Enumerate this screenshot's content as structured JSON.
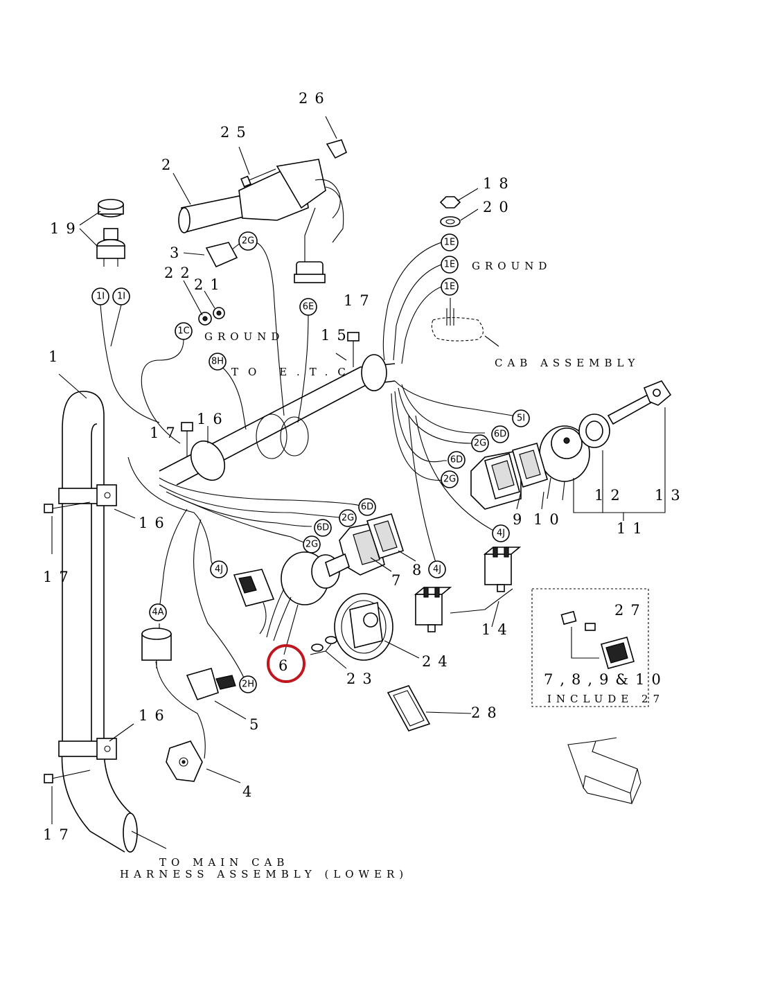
{
  "diagram": {
    "callouts": {
      "c1": "1",
      "c2": "2",
      "c3": "3",
      "c4": "4",
      "c5": "5",
      "c6": "6",
      "c7": "7",
      "c8": "8",
      "c9": "9",
      "c10": "10",
      "c11": "11",
      "c12": "12",
      "c13": "13",
      "c14": "14",
      "c15": "15",
      "c16a": "16",
      "c16b": "16",
      "c16c": "16",
      "c17a": "17",
      "c17b": "17",
      "c17c": "17",
      "c17d": "17",
      "c18": "18",
      "c19": "19",
      "c20": "20",
      "c21": "21",
      "c22": "22",
      "c23": "23",
      "c24": "24",
      "c25": "25",
      "c26": "26",
      "c27": "27",
      "c28": "28",
      "c_inc": "7,8,9&10"
    },
    "notes": {
      "ground_right": "GROUND",
      "ground_left": "GROUND",
      "to_etc": "TO E.T.C",
      "cab_assembly": "CAB ASSEMBLY",
      "include_27": "INCLUDE 27",
      "to_main_cab": "TO MAIN CAB",
      "harness_lower": "HARNESS ASSEMBLY (LOWER)"
    },
    "connectors": {
      "k_1i_a": "1I",
      "k_1i_b": "1I",
      "k_1c": "1C",
      "k_8h": "8H",
      "k_2g_top": "2G",
      "k_6e": "6E",
      "k_1e_a": "1E",
      "k_1e_b": "1E",
      "k_1e_c": "1E",
      "k_5i": "5I",
      "k_6d_a": "6D",
      "k_2g_a": "2G",
      "k_6d_b": "6D",
      "k_2g_b": "2G",
      "k_6d_c": "6D",
      "k_2g_c": "2G",
      "k_6d_d": "6D",
      "k_2g_d": "2G",
      "k_4j_a": "4J",
      "k_4j_b": "4J",
      "k_4j_c": "4J",
      "k_4a": "4A",
      "k_2h": "2H"
    },
    "highlight_color": "#c0161f"
  }
}
